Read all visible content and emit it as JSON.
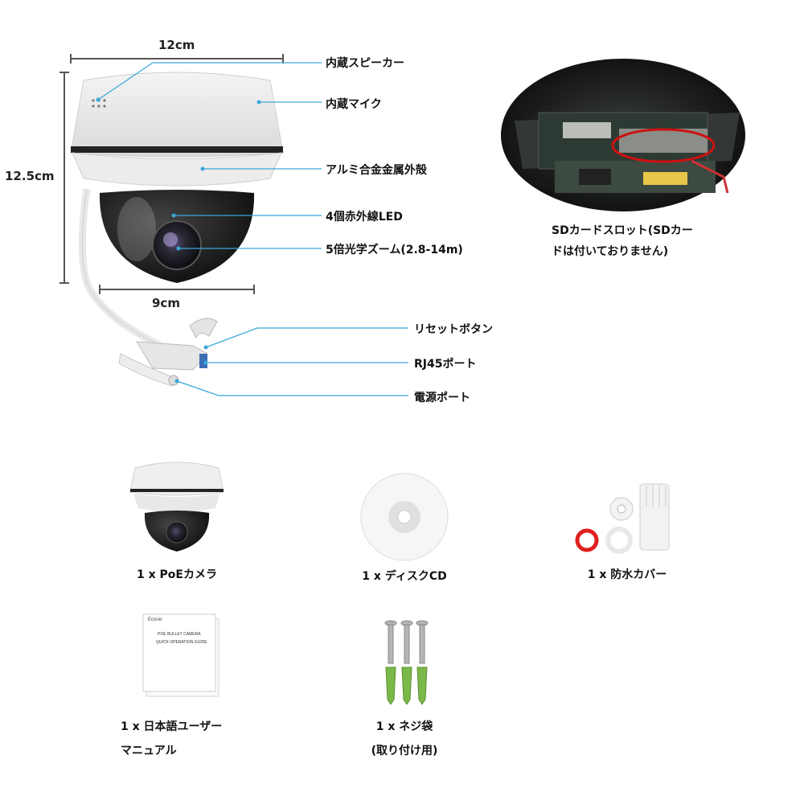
{
  "dimensions": {
    "width": "12cm",
    "height": "12.5cm",
    "base": "9cm"
  },
  "callouts": {
    "speaker": "内蔵スピーカー",
    "mic": "内蔵マイク",
    "housing": "アルミ合金金属外殻",
    "ir_led": "4個赤外線LED",
    "zoom": "5倍光学ズーム(2.8-14m)",
    "reset": "リセットボタン",
    "rj45": "RJ45ポート",
    "power": "電源ポート"
  },
  "sd_slot": {
    "line1": "SDカードスロット(SDカー",
    "line2": "ドは付いておりません)"
  },
  "package": {
    "camera": "1 x PoEカメラ",
    "cd": "1 x ディスクCD",
    "cover": "1 x 防水カバー",
    "manual_line1": "1 x 日本語ユーザー",
    "manual_line2": "マニュアル",
    "screws_line1": "1 x ネジ袋",
    "screws_line2": "(取り付け用)",
    "manual_cover_brand": "Ecoral",
    "manual_cover_title1": "POE BULLET CAMERA",
    "manual_cover_title2": "QUICK OPERATION GUIDE"
  },
  "colors": {
    "callout_line": "#3aa7d8",
    "dimension_line": "#555555",
    "sd_highlight": "#cc1111",
    "ring_red": "#e02020",
    "anchor_green": "#7ab84a"
  }
}
